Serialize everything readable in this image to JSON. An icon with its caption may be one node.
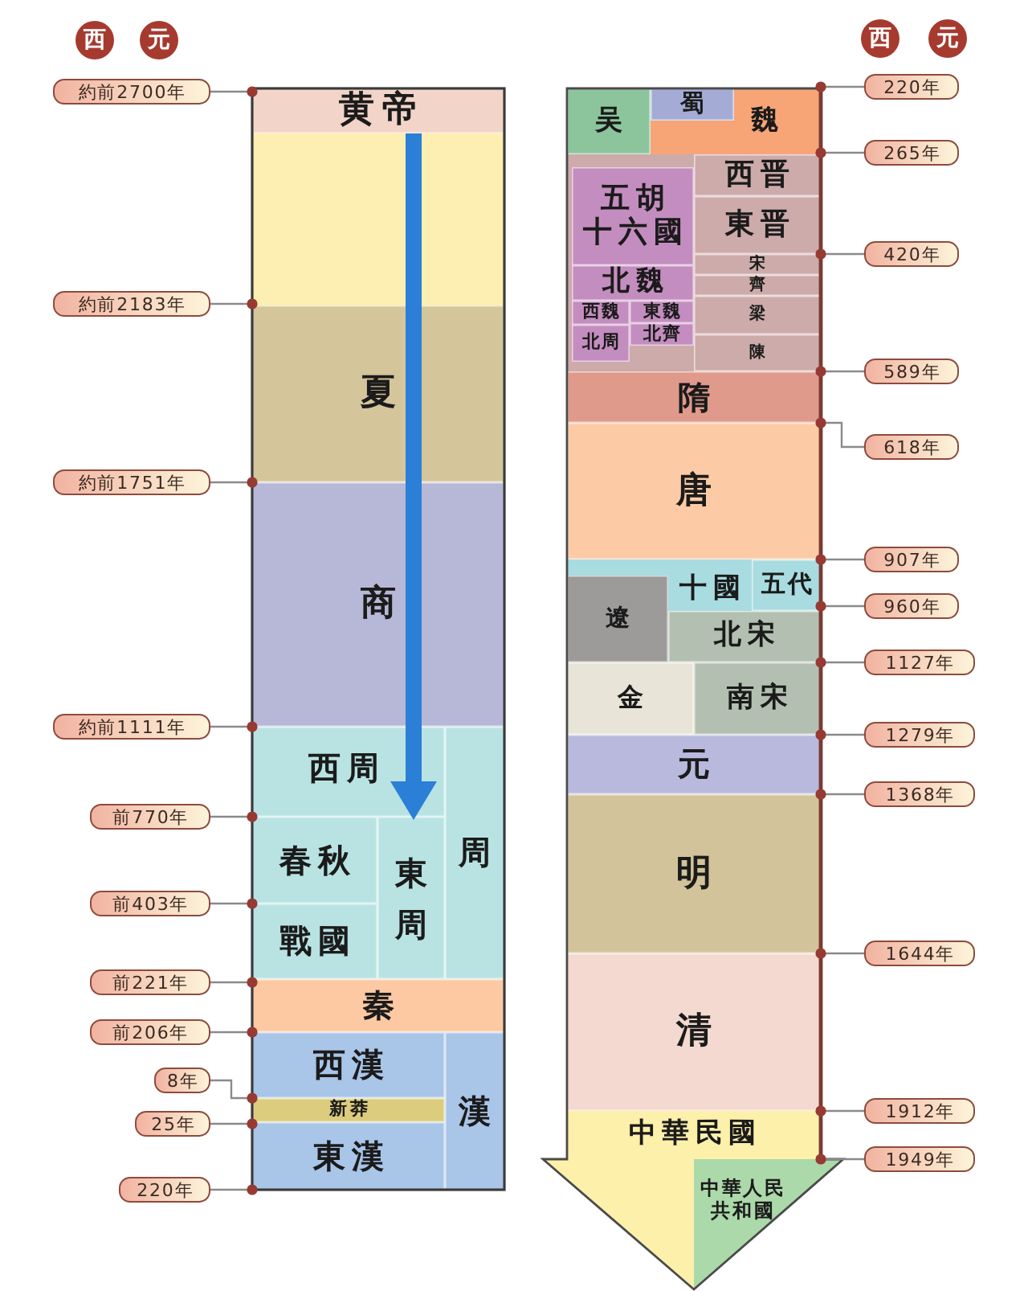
{
  "diagram": {
    "nodes": [
      {
        "text": [
          "西"
        ]
      },
      {
        "text": [
          "元"
        ]
      },
      {
        "text": [
          "西"
        ]
      },
      {
        "text": [
          "元"
        ]
      },
      {
        "text": [],
        "shape": "box"
      },
      {
        "text": [
          "黄帝"
        ],
        "in": 4
      },
      {
        "text": [],
        "shape": "box",
        "in": 4
      },
      {
        "text": [
          "夏"
        ],
        "in": 4
      },
      {
        "text": [
          "商"
        ],
        "in": 4
      },
      {
        "text": [
          "西周"
        ],
        "in": 4
      },
      {
        "text": [
          "周"
        ],
        "in": 4
      },
      {
        "text": [
          "春秋"
        ],
        "in": 4
      },
      {
        "text": [
          "東周"
        ],
        "in": 4
      },
      {
        "text": [
          "戰國"
        ],
        "in": 4
      },
      {
        "text": [
          "秦"
        ],
        "in": 4
      },
      {
        "text": [
          "西漢"
        ],
        "in": 4
      },
      {
        "text": [
          "漢"
        ],
        "in": 4
      },
      {
        "text": [
          "新莽"
        ],
        "in": 4
      },
      {
        "text": [
          "東漢"
        ],
        "in": 4
      },
      {
        "text": [
          "約前2700年"
        ]
      },
      {
        "text": [
          "約前2183年"
        ]
      },
      {
        "text": [
          "約前1751年"
        ]
      },
      {
        "text": [
          "約前1111年"
        ]
      },
      {
        "text": [
          "前770年"
        ]
      },
      {
        "text": [
          "前403年"
        ]
      },
      {
        "text": [
          "前221年"
        ]
      },
      {
        "text": [
          "前206年"
        ]
      },
      {
        "text": [
          "8年"
        ]
      },
      {
        "text": [
          "25年"
        ]
      },
      {
        "text": [
          "220年"
        ]
      },
      {
        "text": [],
        "shape": "arrow"
      },
      {
        "text": [
          "吴"
        ],
        "in": 30
      },
      {
        "text": [
          "蜀"
        ],
        "in": 30
      },
      {
        "text": [
          "魏"
        ],
        "in": 30
      },
      {
        "text": [
          "西晋"
        ],
        "in": 30
      },
      {
        "text": [
          "五胡十六國"
        ],
        "in": 30
      },
      {
        "text": [
          "東晋"
        ],
        "in": 30
      },
      {
        "text": [
          "北魏"
        ],
        "in": 30
      },
      {
        "text": [
          "宋"
        ],
        "in": 30
      },
      {
        "text": [
          "齊"
        ],
        "in": 30
      },
      {
        "text": [
          "西魏"
        ],
        "in": 30
      },
      {
        "text": [
          "東魏"
        ],
        "in": 30
      },
      {
        "text": [
          "北齊"
        ],
        "in": 30
      },
      {
        "text": [
          "北周"
        ],
        "in": 30
      },
      {
        "text": [
          "梁"
        ],
        "in": 30
      },
      {
        "text": [
          "陳"
        ],
        "in": 30
      },
      {
        "text": [
          "隋"
        ],
        "in": 30
      },
      {
        "text": [
          "唐"
        ],
        "in": 30
      },
      {
        "text": [
          "十國"
        ],
        "in": 30
      },
      {
        "text": [
          "五代"
        ],
        "in": 30
      },
      {
        "text": [
          "遼"
        ],
        "in": 30
      },
      {
        "text": [
          "北宋"
        ],
        "in": 30
      },
      {
        "text": [
          "金"
        ],
        "in": 30
      },
      {
        "text": [
          "南宋"
        ],
        "in": 30
      },
      {
        "text": [
          "元"
        ],
        "in": 30
      },
      {
        "text": [
          "明"
        ],
        "in": 30
      },
      {
        "text": [
          "清"
        ],
        "in": 30
      },
      {
        "text": [
          "中華民國"
        ],
        "in": 30
      },
      {
        "text": [
          "中華人民共和國"
        ],
        "in": 30
      },
      {
        "text": [
          "220年"
        ]
      },
      {
        "text": [
          "265年"
        ]
      },
      {
        "text": [
          "420年"
        ]
      },
      {
        "text": [
          "589年"
        ]
      },
      {
        "text": [
          "618年"
        ]
      },
      {
        "text": [
          "907年"
        ]
      },
      {
        "text": [
          "960年"
        ]
      },
      {
        "text": [
          "1127年"
        ]
      },
      {
        "text": [
          "1279年"
        ]
      },
      {
        "text": [
          "1368年"
        ]
      },
      {
        "text": [
          "1644年"
        ]
      },
      {
        "text": [
          "1912年"
        ]
      },
      {
        "text": [
          "1949年"
        ]
      }
    ],
    "edges": [
      {
        "from": 19,
        "to": 4,
        "arrow": "other"
      },
      {
        "from": 20,
        "to": 4,
        "arrow": "other"
      },
      {
        "from": 21,
        "to": 4,
        "arrow": "other"
      },
      {
        "from": 22,
        "to": 4,
        "arrow": "other"
      },
      {
        "from": 23,
        "to": 4,
        "arrow": "other"
      },
      {
        "from": 24,
        "to": 4,
        "arrow": "other"
      },
      {
        "from": 25,
        "to": 4,
        "arrow": "other"
      },
      {
        "from": 26,
        "to": 4,
        "arrow": "other"
      },
      {
        "from": 27,
        "to": 4,
        "arrow": "other"
      },
      {
        "from": 28,
        "to": 4,
        "arrow": "other"
      },
      {
        "from": 29,
        "to": 4,
        "arrow": "other"
      },
      {
        "from": 59,
        "to": 30,
        "arrow": "other"
      },
      {
        "from": 60,
        "to": 30,
        "arrow": "other"
      },
      {
        "from": 61,
        "to": 30,
        "arrow": "other"
      },
      {
        "from": 62,
        "to": 30,
        "arrow": "other"
      },
      {
        "from": 63,
        "to": 30,
        "arrow": "other"
      },
      {
        "from": 64,
        "to": 30,
        "arrow": "other"
      },
      {
        "from": 65,
        "to": 30,
        "arrow": "other"
      },
      {
        "from": 66,
        "to": 30,
        "arrow": "other"
      },
      {
        "from": 67,
        "to": 30,
        "arrow": "other"
      },
      {
        "from": 68,
        "to": 30,
        "arrow": "other"
      },
      {
        "from": 69,
        "to": 30,
        "arrow": "other"
      },
      {
        "from": 70,
        "to": 30,
        "arrow": "other"
      },
      {
        "from": 71,
        "to": 30,
        "arrow": "other"
      }
    ]
  }
}
